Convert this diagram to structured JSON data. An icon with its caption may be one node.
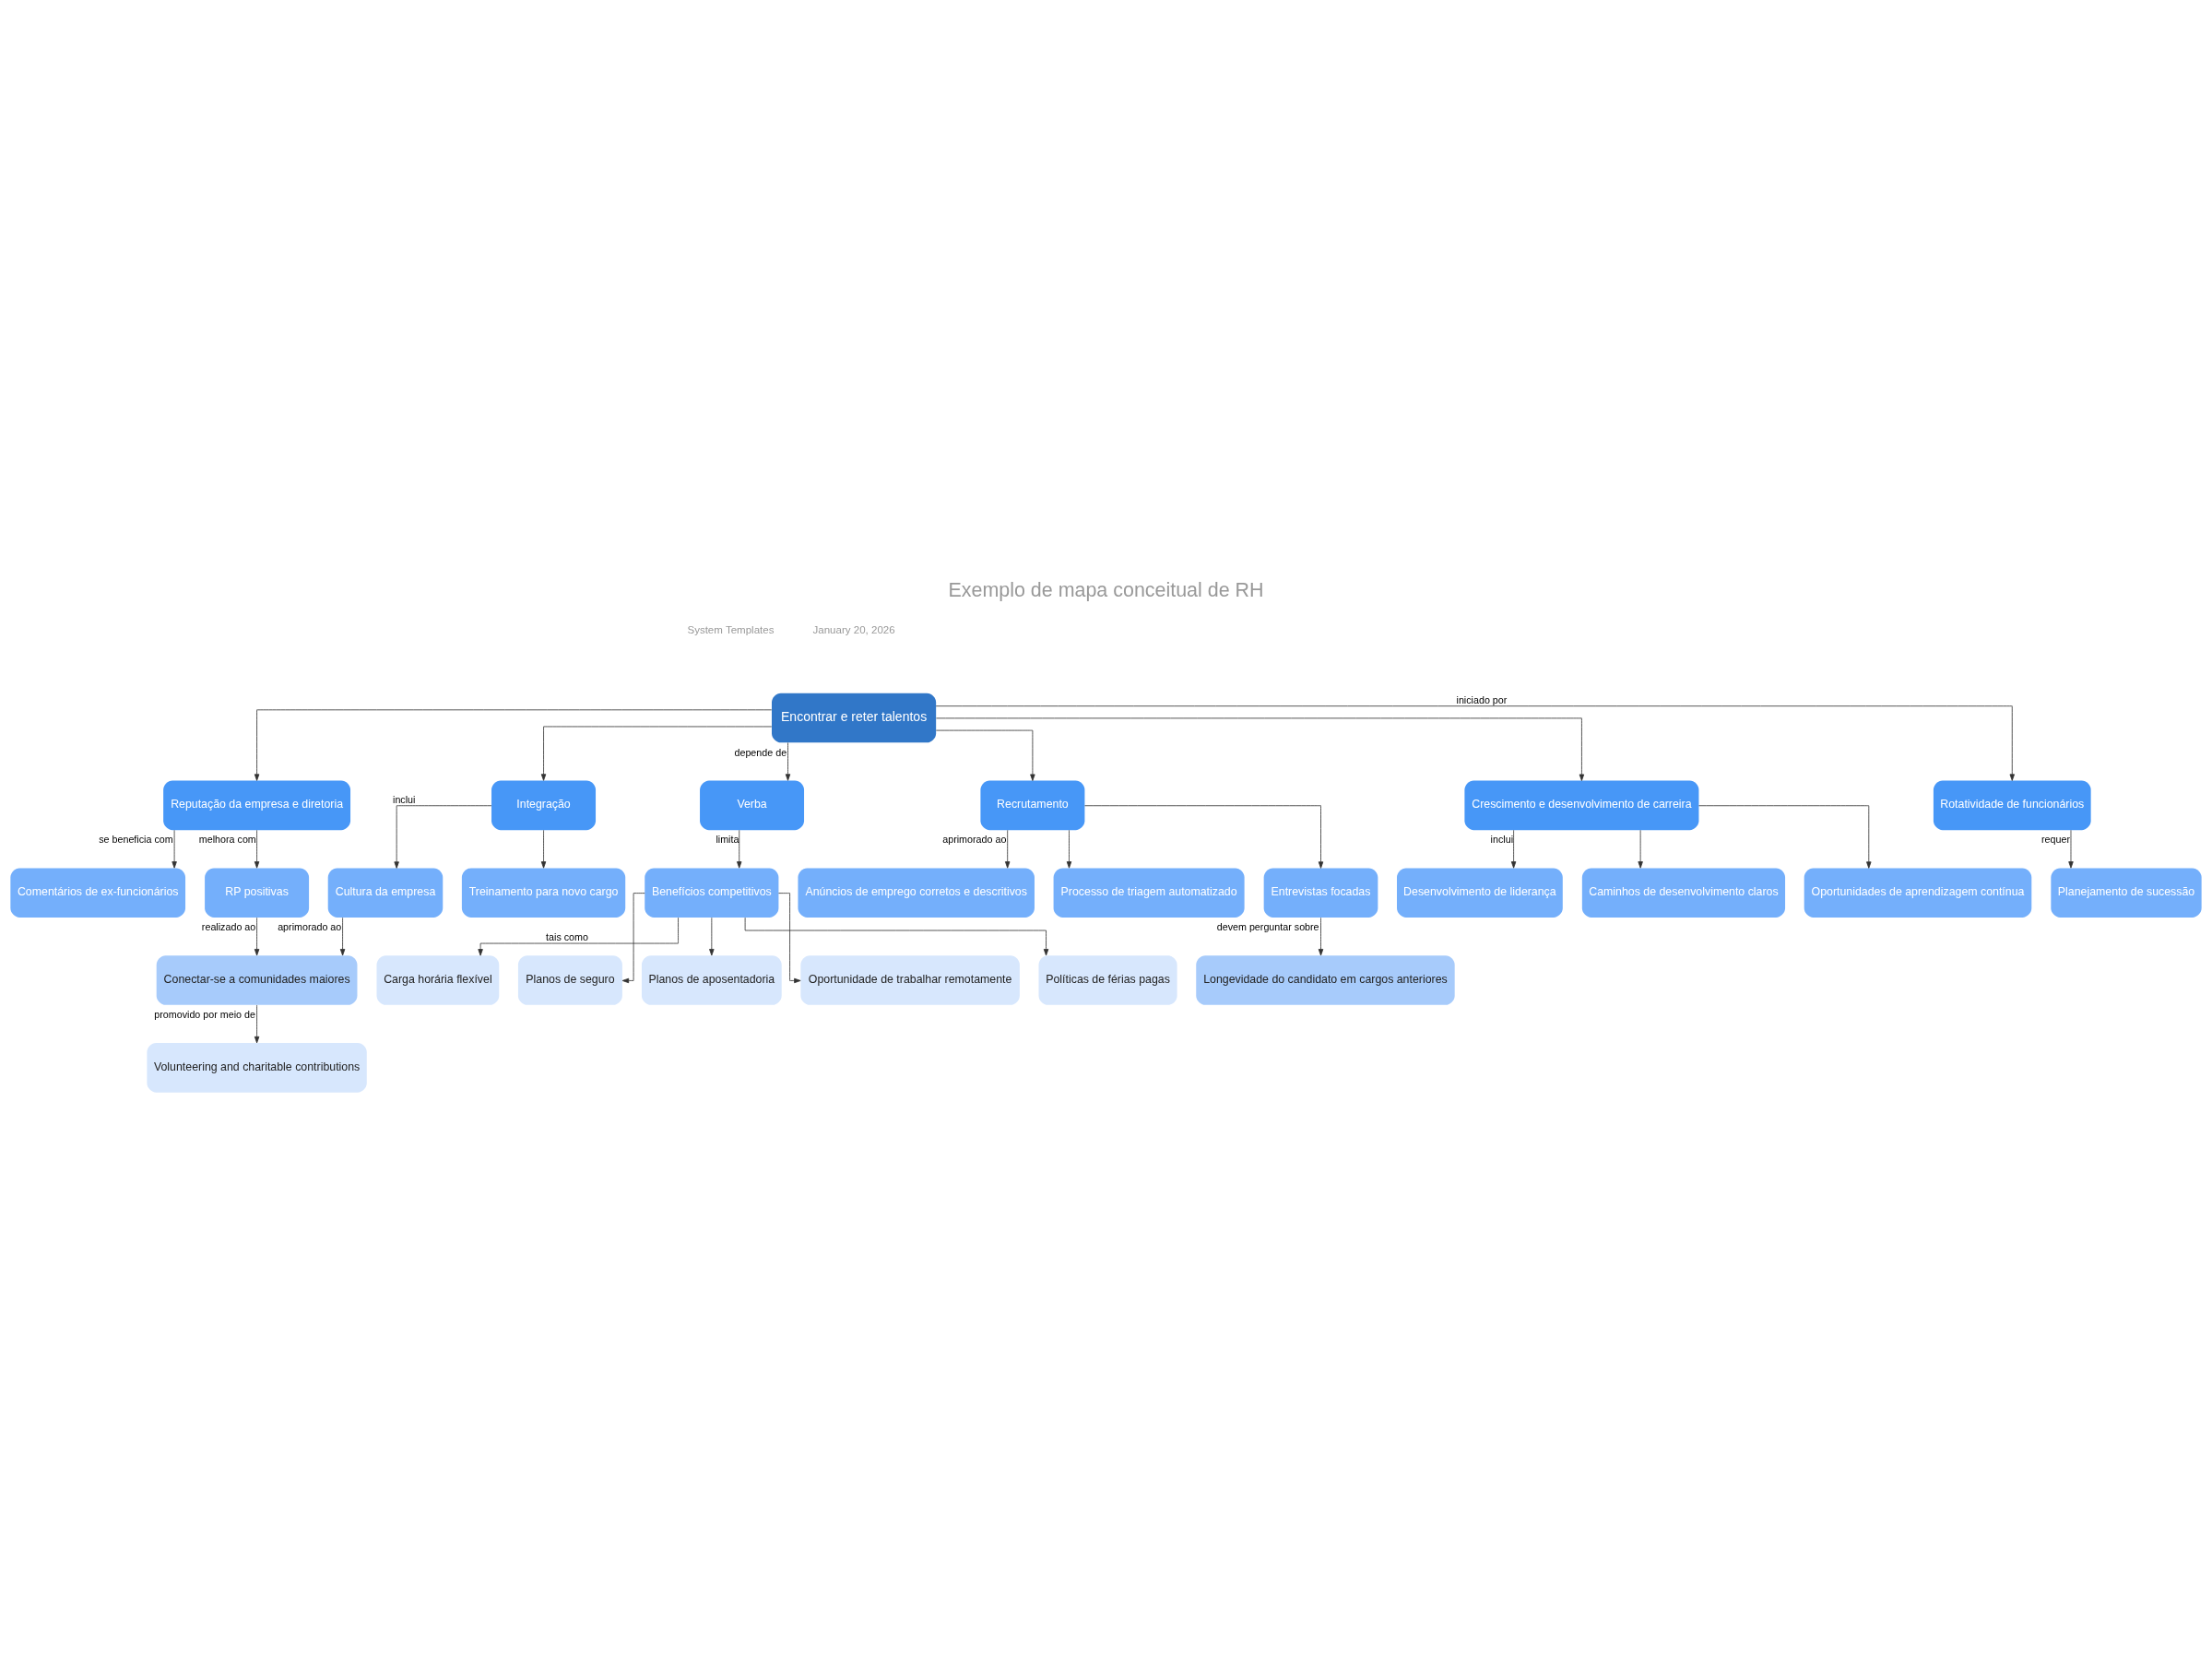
{
  "diagram": {
    "title": "Exemplo de mapa conceitual de RH",
    "nodes": [
      {
        "text": [
          "Encontrar e reter talentos"
        ]
      },
      {
        "text": [
          "Reputação da empresa e diretoria"
        ]
      },
      {
        "text": [
          "Integração"
        ]
      },
      {
        "text": [
          "Verba"
        ]
      },
      {
        "text": [
          "Recrutamento"
        ]
      },
      {
        "text": [
          "Crescimento e desenvolvimento de carreira"
        ]
      },
      {
        "text": [
          "Rotatividade de funcionários"
        ]
      },
      {
        "text": [
          "Comentários de ex-funcionários"
        ]
      },
      {
        "text": [
          "RP positivas"
        ]
      },
      {
        "text": [
          "Cultura da empresa"
        ]
      },
      {
        "text": [
          "Treinamento para novo cargo"
        ]
      },
      {
        "text": [
          "Benefícios competitivos"
        ]
      },
      {
        "text": [
          "Anúncios de emprego corretos e descritivos"
        ]
      },
      {
        "text": [
          "Processo de triagem automatizado"
        ]
      },
      {
        "text": [
          "Desenvolvimento de liderança"
        ]
      },
      {
        "text": [
          "Caminhos de desenvolvimento claros"
        ]
      },
      {
        "text": [
          "Planejamento de sucessão"
        ]
      },
      {
        "text": [
          "Conectar-se a comunidades maiores"
        ]
      },
      {
        "text": [
          "Entrevistas focadas"
        ]
      },
      {
        "text": [
          "Oportunidades de aprendizagem contínua"
        ]
      },
      {
        "text": [
          "Volunteering and charitable contributions"
        ]
      },
      {
        "text": [
          "Carga horária flexível"
        ]
      },
      {
        "text": [
          "Planos de seguro"
        ]
      },
      {
        "text": [
          "Longevidade do candidato em cargos anteriores"
        ]
      },
      {
        "text": [
          "Planos de aposentadoria"
        ]
      },
      {
        "text": [
          "Oportunidade de trabalhar remotamente"
        ]
      },
      {
        "text": [
          "Políticas de férias pagas"
        ]
      }
    ],
    "edges": [
      {
        "from": 0,
        "to": 1,
        "arrow": "to"
      },
      {
        "from": 0,
        "to": 2,
        "arrow": "to"
      },
      {
        "from": 0,
        "to": 3,
        "arrow": "to",
        "label": "depende de"
      },
      {
        "from": 0,
        "to": 4,
        "arrow": "to"
      },
      {
        "from": 0,
        "to": 5,
        "arrow": "to"
      },
      {
        "from": 0,
        "to": 6,
        "arrow": "to",
        "label": "iniciado por"
      },
      {
        "from": 1,
        "to": 7,
        "arrow": "to",
        "label": "se beneficia com"
      },
      {
        "from": 1,
        "to": 8,
        "arrow": "to",
        "label": "melhora com"
      },
      {
        "from": 2,
        "to": 9,
        "arrow": "to",
        "label": "inclui"
      },
      {
        "from": 2,
        "to": 10,
        "arrow": "to"
      },
      {
        "from": 3,
        "to": 11,
        "arrow": "to",
        "label": "limita"
      },
      {
        "from": 4,
        "to": 12,
        "arrow": "to",
        "label": "aprimorado ao"
      },
      {
        "from": 4,
        "to": 13,
        "arrow": "to"
      },
      {
        "from": 4,
        "to": 18,
        "arrow": "to"
      },
      {
        "from": 5,
        "to": 14,
        "arrow": "to",
        "label": "inclui"
      },
      {
        "from": 5,
        "to": 15,
        "arrow": "to"
      },
      {
        "from": 5,
        "to": 19,
        "arrow": "to"
      },
      {
        "from": 6,
        "to": 16,
        "arrow": "to",
        "label": "requer"
      },
      {
        "from": 8,
        "to": 17,
        "arrow": "to",
        "label": "realizado ao"
      },
      {
        "from": 9,
        "to": 17,
        "arrow": "to",
        "label": "aprimorado ao"
      },
      {
        "from": 17,
        "to": 20,
        "arrow": "to",
        "label": "promovido por meio de"
      },
      {
        "from": 11,
        "to": 21,
        "arrow": "to",
        "label": "tais como"
      },
      {
        "from": 11,
        "to": 22,
        "arrow": "to"
      },
      {
        "from": 11,
        "to": 24,
        "arrow": "to"
      },
      {
        "from": 11,
        "to": 25,
        "arrow": "to"
      },
      {
        "from": 11,
        "to": 26,
        "arrow": "to"
      },
      {
        "from": 18,
        "to": 23,
        "arrow": "to",
        "label": "devem perguntar sobre"
      }
    ],
    "labels": [
      "System Templates",
      "January 20, 2026"
    ]
  }
}
